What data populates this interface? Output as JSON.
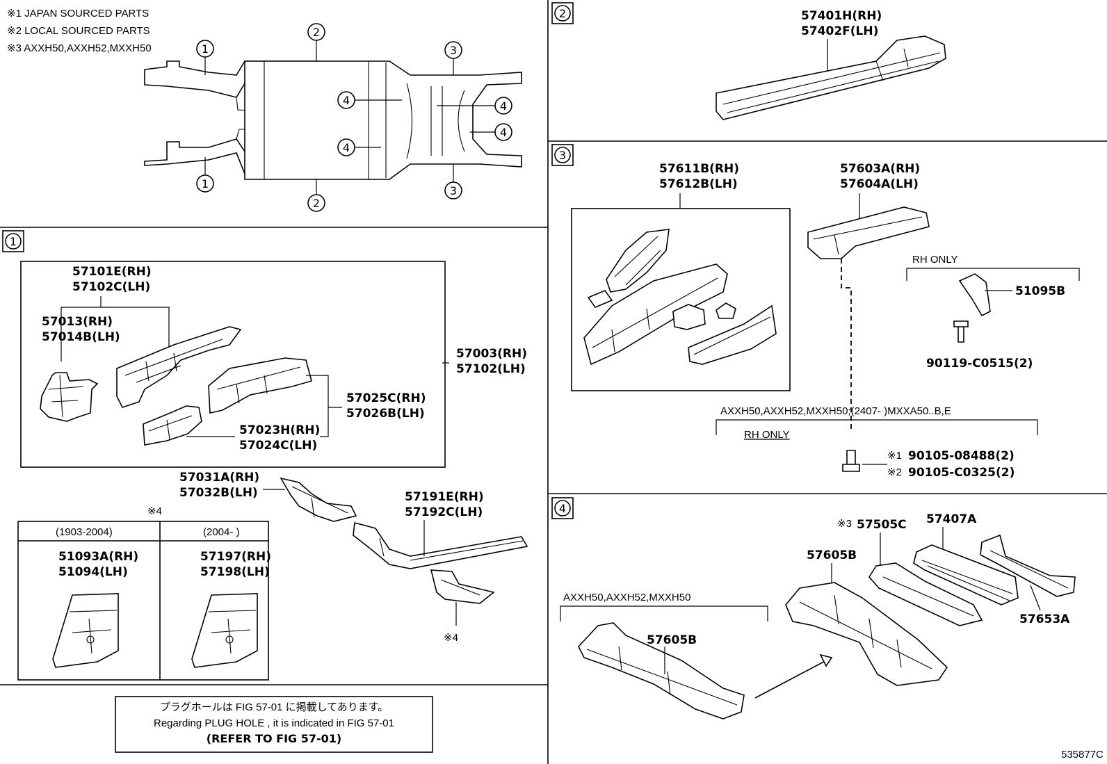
{
  "notes": {
    "note1": "※1 JAPAN SOURCED PARTS",
    "note2": "※2 LOCAL SOURCED PARTS",
    "note3": "※3 AXXH50,AXXH52,MXXH50"
  },
  "overview": {
    "c1": "1",
    "c2": "2",
    "c3": "3",
    "c4": "4"
  },
  "section1": {
    "marker": "1",
    "p57101": "57101E(RH)",
    "p57102": "57102C(LH)",
    "p57013": "57013(RH)",
    "p57014": "57014B(LH)",
    "p57003": "57003(RH)",
    "p57102b": "57102(LH)",
    "p57025": "57025C(RH)",
    "p57026": "57026B(LH)",
    "p57023": "57023H(RH)",
    "p57024": "57024C(LH)",
    "p57031": "57031A(RH)",
    "p57032": "57032B(LH)",
    "p57191": "57191E(RH)",
    "p57192": "57192C(LH)",
    "note4": "※4",
    "note4b": "※4",
    "box_a_header": "(1903-2004)",
    "box_b_header": "(2004-     )",
    "p51093": "51093A(RH)",
    "p51094": "51094(LH)",
    "p57197": "57197(RH)",
    "p57198": "57198(LH)"
  },
  "notice": {
    "line1": "プラグホールは FIG 57-01 に掲載してあります。",
    "line2": "Regarding  PLUG  HOLE , it is indicated in FIG  57-01",
    "line3": "(REFER TO FIG 57-01)"
  },
  "section2": {
    "marker": "2",
    "p57401": "57401H(RH)",
    "p57402": "57402F(LH)"
  },
  "section3": {
    "marker": "3",
    "p57611": "57611B(RH)",
    "p57612": "57612B(LH)",
    "p57603": "57603A(RH)",
    "p57604": "57604A(LH)",
    "rh_only_1": "RH ONLY",
    "p51095": "51095B",
    "p90119": "90119-C0515(2)",
    "applicability": "AXXH50,AXXH52,MXXH50;(2407-      )MXXA50..B,E",
    "rh_only_2": "RH ONLY",
    "mark1": "※1",
    "p90105a": "90105-08488(2)",
    "mark2": "※2",
    "p90105b": "90105-C0325(2)"
  },
  "section4": {
    "marker": "4",
    "mark3": "※3",
    "p57505": "57505C",
    "p57407": "57407A",
    "p57605": "57605B",
    "p57653": "57653A",
    "applicability": "AXXH50,AXXH52,MXXH50",
    "p57605b": "57605B"
  },
  "figure_id": "535877C"
}
